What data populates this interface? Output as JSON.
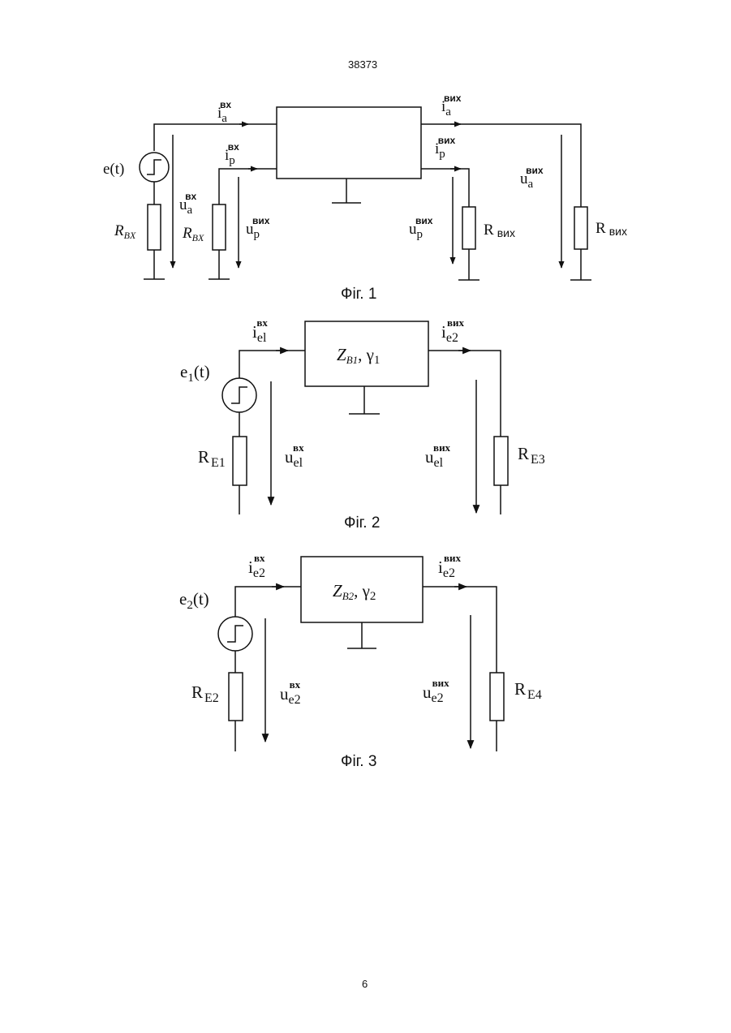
{
  "header": {
    "patent_number": "38373"
  },
  "footer": {
    "page_number": "6"
  },
  "fig1": {
    "caption": "Фіг. 1",
    "source": "e(t)",
    "r_in_1": "R",
    "r_in_1_sub": "BX",
    "r_in_2": "R",
    "r_in_2_sub": "BX",
    "r_out_1": "R",
    "r_out_1_sub": "вих",
    "r_out_2": "R",
    "r_out_2_sub": "вих",
    "i_a_in": "i",
    "i_a_in_sub": "a",
    "i_a_in_sup": "вх",
    "i_p_in": "i",
    "i_p_in_sub": "p",
    "i_p_in_sup": "вх",
    "i_a_out": "i",
    "i_a_out_sub": "a",
    "i_a_out_sup": "вих",
    "i_p_out": "i",
    "i_p_out_sub": "p",
    "i_p_out_sup": "вих",
    "u_a_in": "u",
    "u_a_in_sub": "a",
    "u_a_in_sup": "вх",
    "u_p_in": "u",
    "u_p_in_sub": "p",
    "u_p_in_sup": "вих",
    "u_p_out": "u",
    "u_p_out_sub": "p",
    "u_p_out_sup": "вих",
    "u_a_out": "u",
    "u_a_out_sub": "a",
    "u_a_out_sup": "вих"
  },
  "fig2": {
    "caption": "Фіг. 2",
    "source": "e",
    "source_sub": "1",
    "source_tail": "(t)",
    "block_z": "Z",
    "block_z_sub": "B1",
    "block_g": ", γ",
    "block_g_sub": "1",
    "i_in": "i",
    "i_in_sub": "el",
    "i_in_sup": "вх",
    "i_out": "i",
    "i_out_sub": "e2",
    "i_out_sup": "вих",
    "u_in": "u",
    "u_in_sub": "el",
    "u_in_sup": "вх",
    "u_out": "u",
    "u_out_sub": "el",
    "u_out_sup": "вих",
    "r_left": "R",
    "r_left_sub": "E1",
    "r_right": "R",
    "r_right_sub": "E3"
  },
  "fig3": {
    "caption": "Фіг. 3",
    "source": "e",
    "source_sub": "2",
    "source_tail": "(t)",
    "block_z": "Z",
    "block_z_sub": "B2",
    "block_g": ", γ",
    "block_g_sub": "2",
    "i_in": "i",
    "i_in_sub": "e2",
    "i_in_sup": "вх",
    "i_out": "i",
    "i_out_sub": "e2",
    "i_out_sup": "вих",
    "u_in": "u",
    "u_in_sub": "e2",
    "u_in_sup": "вх",
    "u_out": "u",
    "u_out_sub": "e2",
    "u_out_sup": "вих",
    "r_left": "R",
    "r_left_sub": "E2",
    "r_right": "R",
    "r_right_sub": "E4"
  }
}
